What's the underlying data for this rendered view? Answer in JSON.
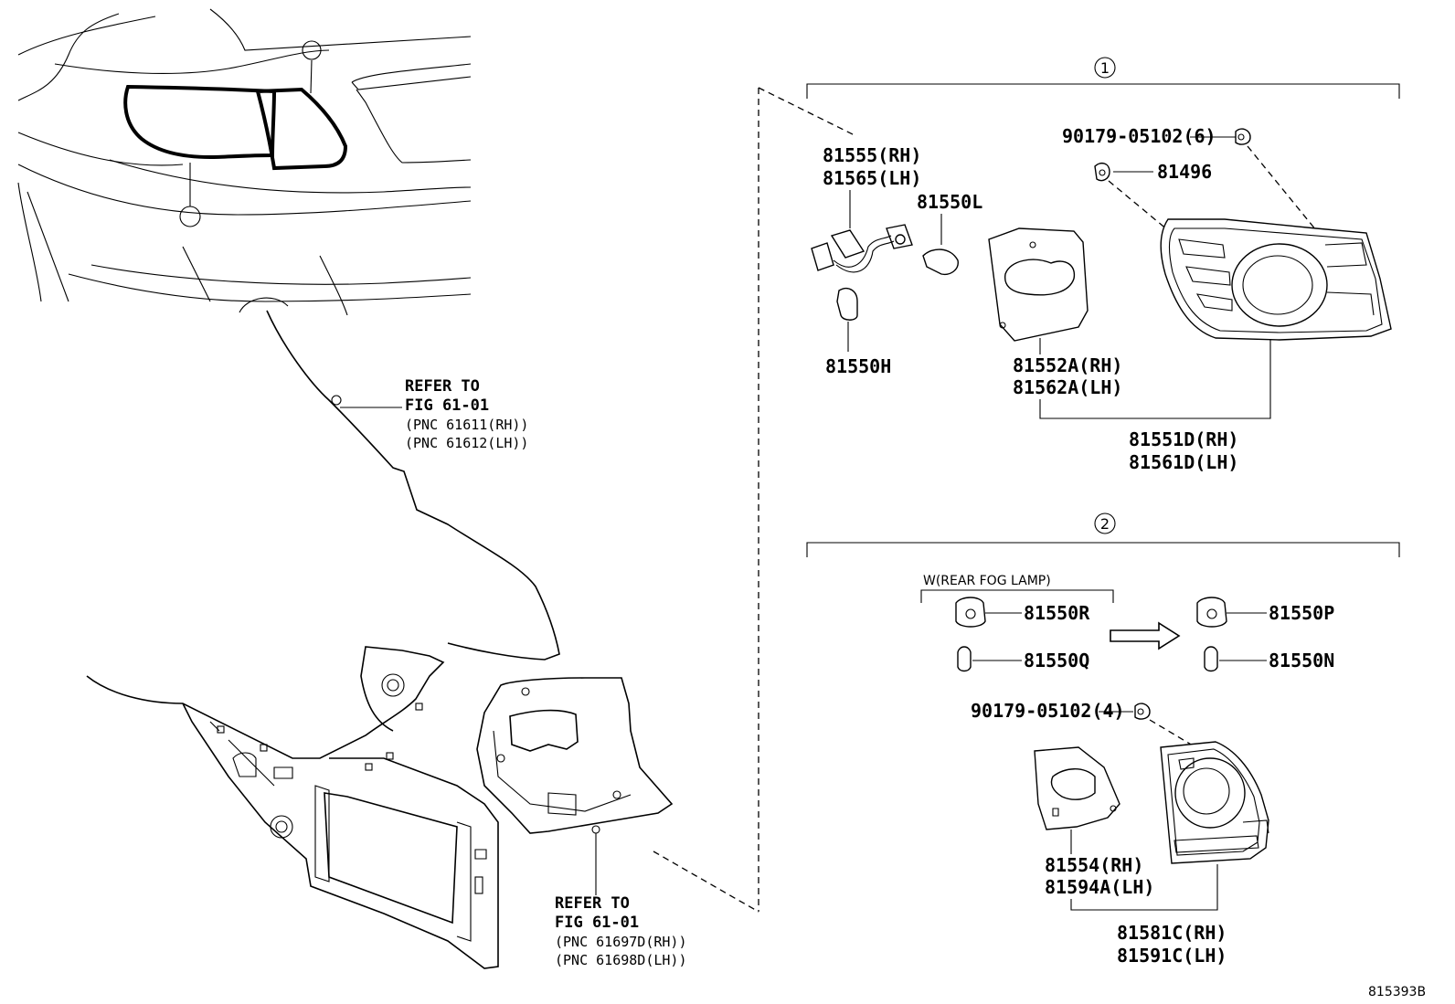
{
  "callouts": {
    "c1": "1",
    "c2": "2"
  },
  "references": {
    "upper": {
      "line1": "REFER TO",
      "line2": "FIG 61-01",
      "line3": "(PNC 61611(RH))",
      "line4": "(PNC 61612(LH))"
    },
    "lower": {
      "line1": "REFER TO",
      "line2": "FIG 61-01",
      "line3": "(PNC 61697D(RH))",
      "line4": "(PNC 61698D(LH))"
    }
  },
  "group1": {
    "parts": {
      "socket_rh": "81555(RH)",
      "socket_lh": "81565(LH)",
      "bulb_l": "81550L",
      "bulb_h": "81550H",
      "screw": "90179-05102(6)",
      "clip": "81496",
      "gasket_rh": "81552A(RH)",
      "gasket_lh": "81562A(LH)",
      "lamp_rh": "81551D(RH)",
      "lamp_lh": "81561D(LH)"
    }
  },
  "group2": {
    "condition": "W(REAR FOG LAMP)",
    "parts": {
      "socket_r": "81550R",
      "bulb_q": "81550Q",
      "socket_p": "81550P",
      "bulb_n": "81550N",
      "screw": "90179-05102(4)",
      "gasket_rh": "81554(RH)",
      "gasket_lh": "81594A(LH)",
      "lamp_rh": "81581C(RH)",
      "lamp_lh": "81591C(LH)"
    }
  },
  "illustration_code": "815393B"
}
